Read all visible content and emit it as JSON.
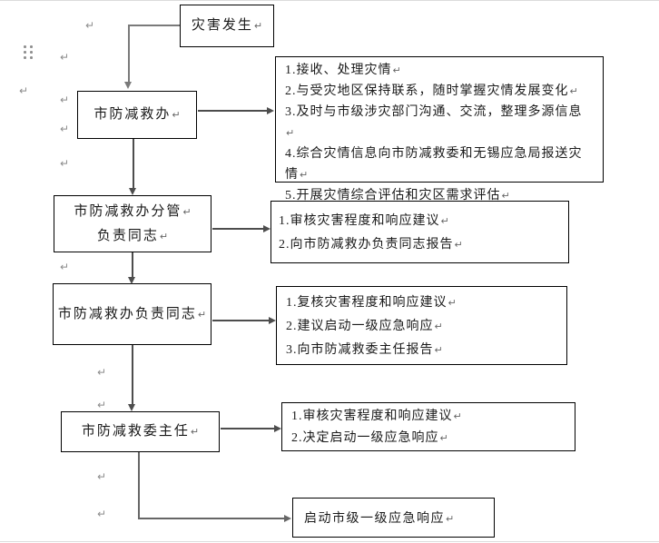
{
  "document": {
    "type": "flowchart",
    "title_context": "灾害应急响应流程图"
  },
  "marks": {
    "return_glyph": "↵",
    "drag_handle": "six-dot-handle"
  },
  "colors": {
    "box_border": "#000000",
    "text": "#1a1a1a",
    "connector": "#4d4d4d",
    "elbow_connector": "#7a7a7a",
    "format_mark": "#8c8c8c",
    "page_edge": "#dcdcdc"
  },
  "nodes": {
    "start": {
      "label": "灾害发生"
    },
    "office": {
      "label": "市防减救办"
    },
    "office_tasks": {
      "lines": [
        "1.接收、处理灾情",
        "2.与受灾地区保持联系，随时掌握灾情发展变化",
        "3.及时与市级涉灾部门沟通、交流，整理多源信息",
        "4.综合灾情信息向市防减救委和无锡应急局报送灾情",
        "5.开展灾情综合评估和灾区需求评估"
      ]
    },
    "deputy": {
      "line1": "市防减救办分管",
      "line2": "负责同志"
    },
    "deputy_tasks": {
      "lines": [
        "1.审核灾害程度和响应建议",
        "2.向市防减救办负责同志报告"
      ]
    },
    "head": {
      "label": "市防减救办负责同志"
    },
    "head_tasks": {
      "lines": [
        "1.复核灾害程度和响应建议",
        "2.建议启动一级应急响应",
        "3.向市防减救委主任报告"
      ]
    },
    "director": {
      "label": "市防减救委主任"
    },
    "director_tasks": {
      "lines": [
        "1.审核灾害程度和响应建议",
        "2.决定启动一级应急响应"
      ]
    },
    "end": {
      "label": "启动市级一级应急响应"
    }
  }
}
